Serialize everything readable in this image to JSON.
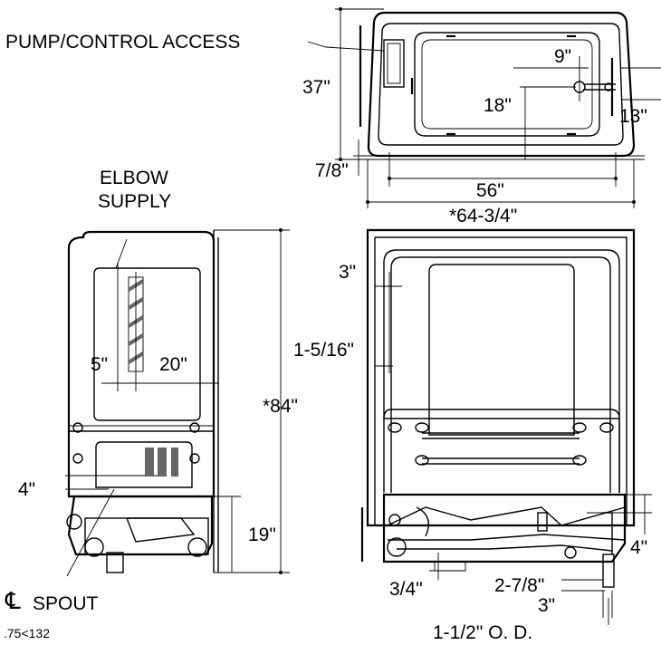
{
  "labels": {
    "pump_control_access": "PUMP/CONTROL ACCESS",
    "dim_37": "37\"",
    "dim_9": "9\"",
    "dim_18": "18\"",
    "dim_13": "13\"",
    "dim_7_8": "7/8\"",
    "dim_56": "56\"",
    "dim_64_3_4": "*64-3/4\"",
    "elbow": "ELBOW",
    "supply": "SUPPLY",
    "dim_3_top": "3\"",
    "dim_1_5_16": "1-5/16\"",
    "dim_5": "5\"",
    "dim_20": "20\"",
    "dim_84": "*84\"",
    "dim_4_left": "4\"",
    "dim_19": "19\"",
    "dim_4_right": "4\"",
    "dim_3_4": "3/4\"",
    "dim_2_7_8": "2-7/8\"",
    "dim_3_bottom": "3\"",
    "cl_symbol": "℄",
    "spout": "SPOUT",
    "drain_od": "1-1/2\" O. D.",
    "figure_code": ".75<132"
  },
  "colors": {
    "line": "#000000",
    "hatch": "#666666",
    "background": "#ffffff"
  }
}
